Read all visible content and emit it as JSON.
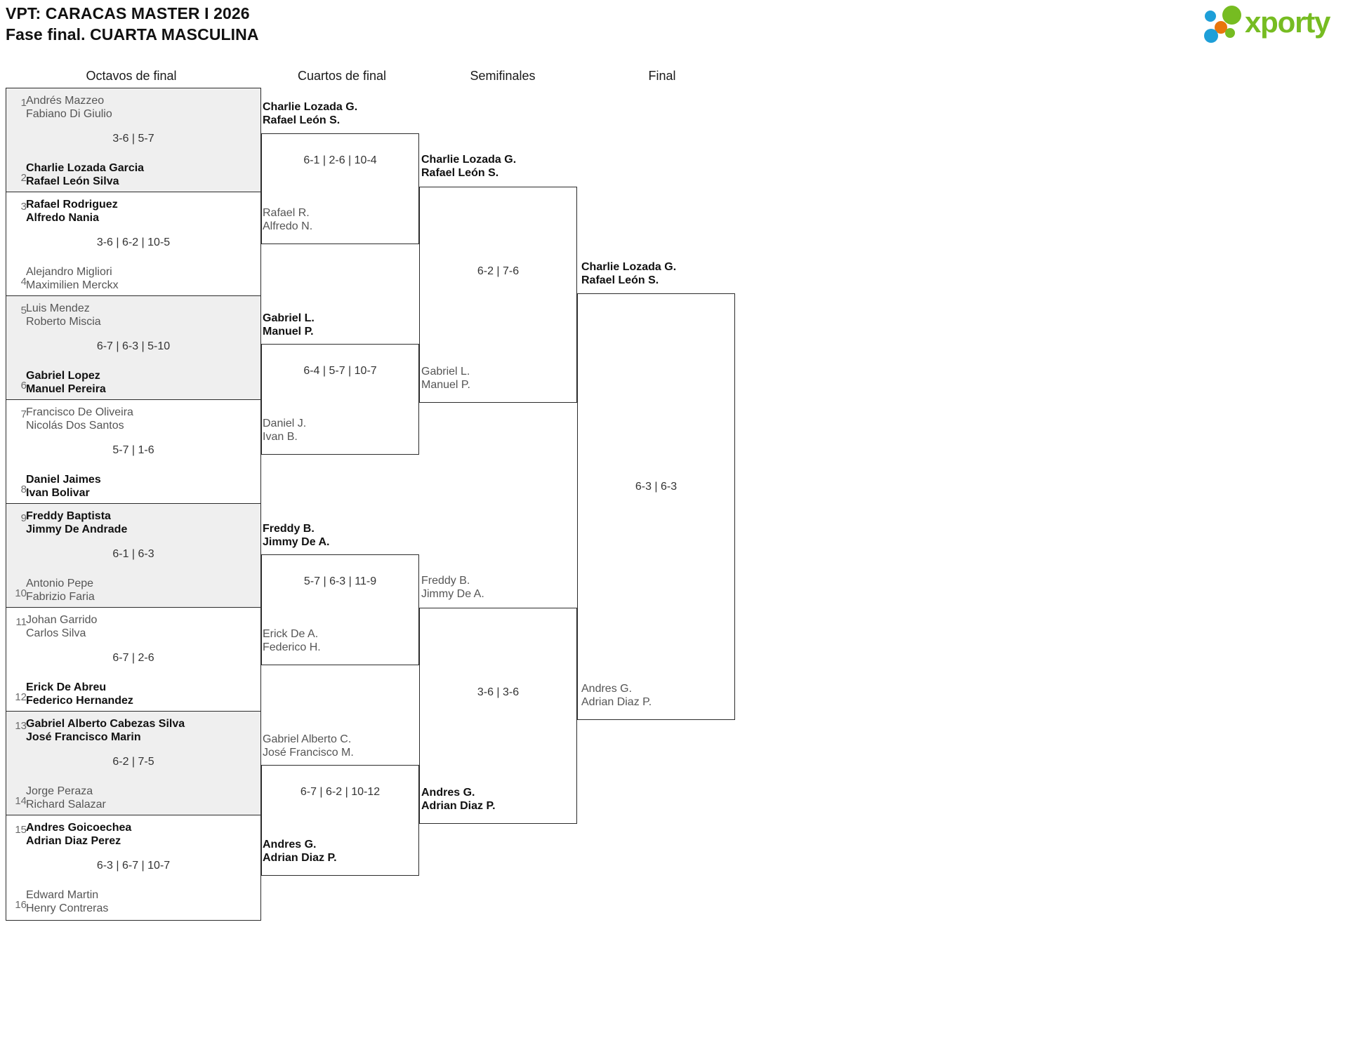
{
  "header": {
    "tournament": "VPT: CARACAS MASTER I 2026",
    "phase": "Fase final. CUARTA MASCULINA",
    "logo_text": "xporty",
    "logo_colors": {
      "green": "#76bc21",
      "blue": "#1e9fd8",
      "orange": "#e8760c"
    }
  },
  "rounds": [
    {
      "id": "r16",
      "label": "Octavos de final"
    },
    {
      "id": "qf",
      "label": "Cuartos de final"
    },
    {
      "id": "sf",
      "label": "Semifinales"
    },
    {
      "id": "f",
      "label": "Final"
    }
  ],
  "round_of_16": [
    {
      "seed_top": "1",
      "top": [
        "Andrés Mazzeo",
        "Fabiano Di Giulio"
      ],
      "top_winner": false,
      "score": "3-6 | 5-7",
      "seed_bottom": "2",
      "bottom": [
        "Charlie Lozada Garcia",
        "Rafael León Silva"
      ],
      "bottom_winner": true
    },
    {
      "seed_top": "3",
      "top": [
        "Rafael Rodriguez",
        "Alfredo Nania"
      ],
      "top_winner": true,
      "score": "3-6 | 6-2 | 10-5",
      "seed_bottom": "4",
      "bottom": [
        "Alejandro Migliori",
        "Maximilien Merckx"
      ],
      "bottom_winner": false
    },
    {
      "seed_top": "5",
      "top": [
        "Luis Mendez",
        "Roberto Miscia"
      ],
      "top_winner": false,
      "score": "6-7 | 6-3 | 5-10",
      "seed_bottom": "6",
      "bottom": [
        "Gabriel Lopez",
        "Manuel Pereira"
      ],
      "bottom_winner": true
    },
    {
      "seed_top": "7",
      "top": [
        "Francisco De Oliveira",
        "Nicolás Dos Santos"
      ],
      "top_winner": false,
      "score": "5-7 | 1-6",
      "seed_bottom": "8",
      "bottom": [
        "Daniel Jaimes",
        "Ivan Bolivar"
      ],
      "bottom_winner": true
    },
    {
      "seed_top": "9",
      "top": [
        "Freddy Baptista",
        "Jimmy De Andrade"
      ],
      "top_winner": true,
      "score": "6-1 | 6-3",
      "seed_bottom": "10",
      "bottom": [
        "Antonio Pepe",
        "Fabrizio Faria"
      ],
      "bottom_winner": false
    },
    {
      "seed_top": "11",
      "top": [
        "Johan Garrido",
        "Carlos Silva"
      ],
      "top_winner": false,
      "score": "6-7 | 2-6",
      "seed_bottom": "12",
      "bottom": [
        "Erick De Abreu",
        "Federico Hernandez"
      ],
      "bottom_winner": true
    },
    {
      "seed_top": "13",
      "top": [
        "Gabriel Alberto Cabezas Silva",
        "José Francisco Marin"
      ],
      "top_winner": true,
      "score": "6-2 | 7-5",
      "seed_bottom": "14",
      "bottom": [
        "Jorge Peraza",
        "Richard Salazar"
      ],
      "bottom_winner": false
    },
    {
      "seed_top": "15",
      "top": [
        "Andres Goicoechea",
        "Adrian Diaz Perez"
      ],
      "top_winner": true,
      "score": "6-3 | 6-7 | 10-7",
      "seed_bottom": "16",
      "bottom": [
        "Edward Martin",
        "Henry Contreras"
      ],
      "bottom_winner": false
    }
  ],
  "quarter_finals": [
    {
      "top": [
        "Charlie Lozada G.",
        "Rafael León S."
      ],
      "top_winner": true,
      "score": "6-1 | 2-6 | 10-4",
      "bottom": [
        "Rafael R.",
        "Alfredo N."
      ],
      "bottom_winner": false
    },
    {
      "top": [
        "Gabriel L.",
        "Manuel P."
      ],
      "top_winner": true,
      "score": "6-4 | 5-7 | 10-7",
      "bottom": [
        "Daniel J.",
        "Ivan B."
      ],
      "bottom_winner": false
    },
    {
      "top": [
        "Freddy B.",
        "Jimmy De A."
      ],
      "top_winner": true,
      "score": "5-7 | 6-3 | 11-9",
      "bottom": [
        "Erick De A.",
        "Federico H."
      ],
      "bottom_winner": false
    },
    {
      "top": [
        "Gabriel Alberto C.",
        "José Francisco M."
      ],
      "top_winner": false,
      "score": "6-7 | 6-2 | 10-12",
      "bottom": [
        "Andres G.",
        "Adrian Diaz P."
      ],
      "bottom_winner": true
    }
  ],
  "semi_finals": [
    {
      "top": [
        "Charlie Lozada G.",
        "Rafael León S."
      ],
      "top_winner": true,
      "score": "6-2 | 7-6",
      "bottom": [
        "Gabriel L.",
        "Manuel P."
      ],
      "bottom_winner": false
    },
    {
      "top": [
        "Freddy B.",
        "Jimmy De A."
      ],
      "top_winner": false,
      "score": "3-6 | 3-6",
      "bottom": [
        "Andres G.",
        "Adrian Diaz P."
      ],
      "bottom_winner": true
    }
  ],
  "final": {
    "top": [
      "Charlie Lozada G.",
      "Rafael León S."
    ],
    "top_winner": true,
    "score": "6-3 | 6-3",
    "bottom": [
      "Andres G.",
      "Adrian Diaz P."
    ],
    "bottom_winner": false
  }
}
